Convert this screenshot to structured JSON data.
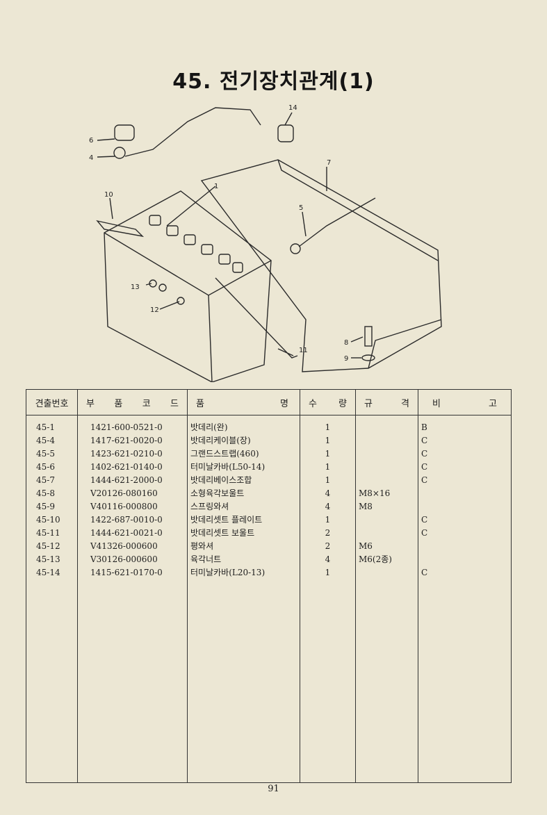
{
  "title": "45. 전기장치관계(1)",
  "callouts": [
    "14",
    "6",
    "4",
    "7",
    "1",
    "10",
    "5",
    "13",
    "12",
    "11",
    "8",
    "9"
  ],
  "table": {
    "headers": {
      "number": "견출번호",
      "code": [
        "부",
        "품",
        "코",
        "드"
      ],
      "name": [
        "품",
        "명"
      ],
      "qty": [
        "수",
        "량"
      ],
      "spec": [
        "규",
        "격"
      ],
      "note": [
        "비",
        "고"
      ]
    },
    "rows": [
      {
        "number": "45-1",
        "code": "1421-600-0521-0",
        "name": "밧데리(완)",
        "qty": "1",
        "spec": "",
        "note": "B"
      },
      {
        "number": "45-4",
        "code": "1417-621-0020-0",
        "name": "밧데리케이블(장)",
        "qty": "1",
        "spec": "",
        "note": "C"
      },
      {
        "number": "45-5",
        "code": "1423-621-0210-0",
        "name": "그랜드스트랩(460)",
        "qty": "1",
        "spec": "",
        "note": "C"
      },
      {
        "number": "45-6",
        "code": "1402-621-0140-0",
        "name": "터미날카바(L50-14)",
        "qty": "1",
        "spec": "",
        "note": "C"
      },
      {
        "number": "45-7",
        "code": "1444-621-2000-0",
        "name": "밧데리베이스조합",
        "qty": "1",
        "spec": "",
        "note": "C"
      },
      {
        "number": "45-8",
        "code": "V20126-080160",
        "name": "소형육각보울트",
        "qty": "4",
        "spec": "M8×16",
        "note": ""
      },
      {
        "number": "45-9",
        "code": "V40116-000800",
        "name": "스프링와셔",
        "qty": "4",
        "spec": "M8",
        "note": ""
      },
      {
        "number": "45-10",
        "code": "1422-687-0010-0",
        "name": "밧데리셋트 플레이트",
        "qty": "1",
        "spec": "",
        "note": "C"
      },
      {
        "number": "45-11",
        "code": "1444-621-0021-0",
        "name": "밧데리셋트 보울트",
        "qty": "2",
        "spec": "",
        "note": "C"
      },
      {
        "number": "45-12",
        "code": "V41326-000600",
        "name": "평와셔",
        "qty": "2",
        "spec": "M6",
        "note": ""
      },
      {
        "number": "45-13",
        "code": "V30126-000600",
        "name": "육각너트",
        "qty": "4",
        "spec": "M6(2종)",
        "note": ""
      },
      {
        "number": "45-14",
        "code": "1415-621-0170-0",
        "name": "터미날카바(L20-13)",
        "qty": "1",
        "spec": "",
        "note": "C"
      }
    ]
  },
  "page_number": "91"
}
